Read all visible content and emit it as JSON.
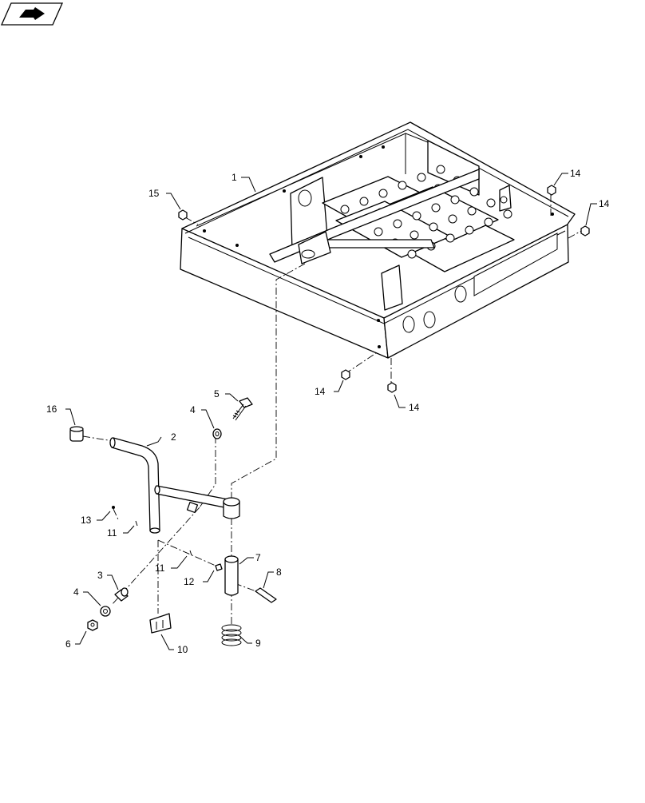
{
  "icon": {
    "name": "next-page-arrow-icon"
  },
  "callouts": [
    {
      "id": "c1",
      "label": "1"
    },
    {
      "id": "c2",
      "label": "2"
    },
    {
      "id": "c3",
      "label": "3"
    },
    {
      "id": "c4a",
      "label": "4"
    },
    {
      "id": "c4b",
      "label": "4"
    },
    {
      "id": "c5",
      "label": "5"
    },
    {
      "id": "c6",
      "label": "6"
    },
    {
      "id": "c7",
      "label": "7"
    },
    {
      "id": "c8",
      "label": "8"
    },
    {
      "id": "c9",
      "label": "9"
    },
    {
      "id": "c10",
      "label": "10"
    },
    {
      "id": "c11a",
      "label": "11"
    },
    {
      "id": "c11b",
      "label": "11"
    },
    {
      "id": "c12",
      "label": "12"
    },
    {
      "id": "c13",
      "label": "13"
    },
    {
      "id": "c14a",
      "label": "14"
    },
    {
      "id": "c14b",
      "label": "14"
    },
    {
      "id": "c14c",
      "label": "14"
    },
    {
      "id": "c14d",
      "label": "14"
    },
    {
      "id": "c15",
      "label": "15"
    },
    {
      "id": "c16",
      "label": "16"
    }
  ]
}
